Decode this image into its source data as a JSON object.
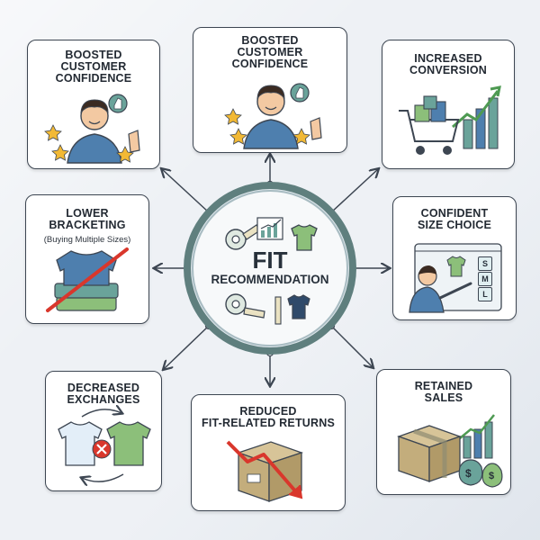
{
  "hub": {
    "title_line1": "FIT",
    "title_line2": "RECOMMENDATION"
  },
  "cards": [
    {
      "id": "boosted-left",
      "title": [
        "BOOSTED",
        "CUSTOMER",
        "CONFIDENCE"
      ]
    },
    {
      "id": "boosted-center",
      "title": [
        "BOOSTED",
        "CUSTOMER",
        "CONFIDENCE"
      ]
    },
    {
      "id": "increased-conversion",
      "title": [
        "INCREASED",
        "CONVERSION"
      ]
    },
    {
      "id": "lower-bracketing",
      "title": [
        "LOWER",
        "BRACKETING"
      ],
      "subtitle": "(Buying Multiple Sizes)"
    },
    {
      "id": "confident-size",
      "title": [
        "CONFIDENT",
        "SIZE CHOICE"
      ],
      "size_labels": [
        "S",
        "M",
        "L"
      ]
    },
    {
      "id": "decreased-exchanges",
      "title": [
        "DECREASED",
        "EXCHANGES"
      ]
    },
    {
      "id": "reduced-returns",
      "title": [
        "REDUCED",
        "FIT-RELATED RETURNS"
      ]
    },
    {
      "id": "retained-sales",
      "title": [
        "RETAINED",
        "SALES"
      ],
      "currency_symbol": "$"
    }
  ],
  "colors": {
    "outline": "#3d4652",
    "hub_ring": "#5f7f7e",
    "teal": "#6aa39a",
    "blue_shirt": "#4e7fae",
    "green": "#8cbf7a",
    "star": "#f2b935",
    "arrow_red": "#d9372c",
    "box": "#bfa879"
  }
}
